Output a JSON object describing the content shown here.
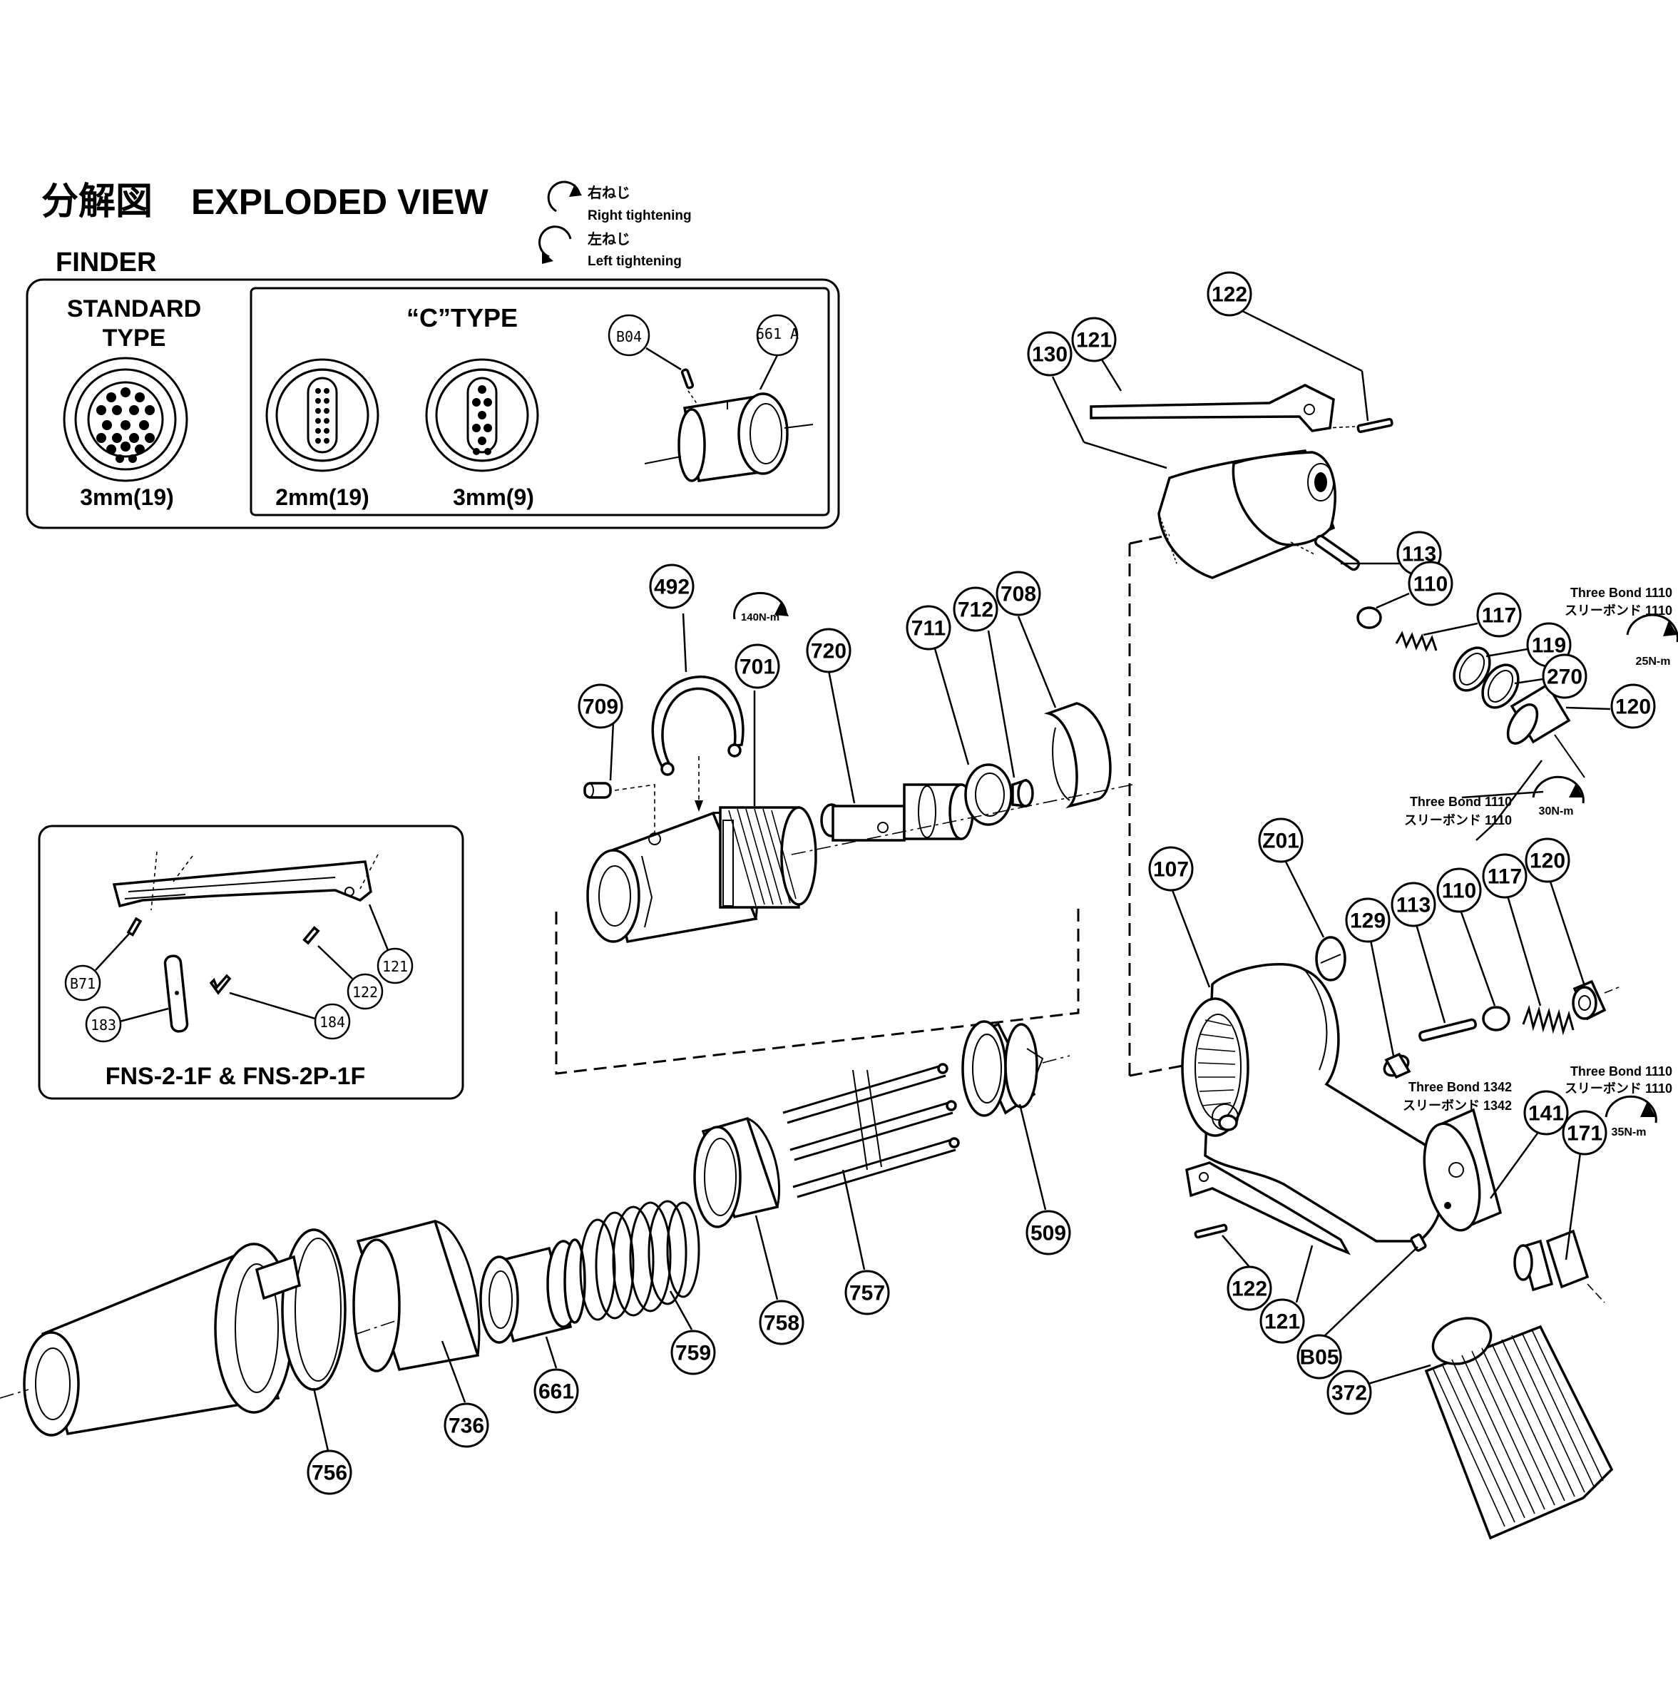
{
  "header": {
    "title_ja": "分解図",
    "title_en": "EXPLODED VIEW",
    "finder_label": "FINDER",
    "legend": {
      "right_ja": "右ねじ",
      "right_en": "Right tightening",
      "left_ja": "左ねじ",
      "left_en": "Left tightening"
    }
  },
  "finder_box": {
    "standard_label_1": "STANDARD",
    "standard_label_2": "TYPE",
    "standard_size": "3mm(19)",
    "c_type_label": "“C”TYPE",
    "c_size_1": "2mm(19)",
    "c_size_2": "3mm(9)",
    "callouts": [
      "B04",
      "661 A"
    ]
  },
  "inset_box": {
    "caption": "FNS-2-1F & FNS-2P-1F",
    "callouts": [
      "B71",
      "183",
      "184",
      "122",
      "121"
    ]
  },
  "torques": {
    "t140": "140N-m",
    "t25": "25N-m",
    "t30": "30N-m",
    "t35": "35N-m"
  },
  "notes": {
    "three_bond_1110_en": "Three Bond 1110",
    "three_bond_1110_ja": "スリーボンド 1110",
    "three_bond_1342_en": "Three Bond 1342",
    "three_bond_1342_ja": "スリーボンド 1342"
  },
  "parts": {
    "p122a": "122",
    "p121a": "121",
    "p130": "130",
    "p113a": "113",
    "p110a": "110",
    "p117a": "117",
    "p119": "119",
    "p270": "270",
    "p120a": "120",
    "p492": "492",
    "p701": "701",
    "p709": "709",
    "p720": "720",
    "p711": "711",
    "p712": "712",
    "p708": "708",
    "p107": "107",
    "pZ01": "Z01",
    "p129": "129",
    "p113b": "113",
    "p110b": "110",
    "p117b": "117",
    "p120b": "120",
    "p141": "141",
    "p171": "171",
    "p122b": "122",
    "p121b": "121",
    "pB05": "B05",
    "p372": "372",
    "p509": "509",
    "p757": "757",
    "p758": "758",
    "p759": "759",
    "p661": "661",
    "p736": "736",
    "p756": "756"
  }
}
